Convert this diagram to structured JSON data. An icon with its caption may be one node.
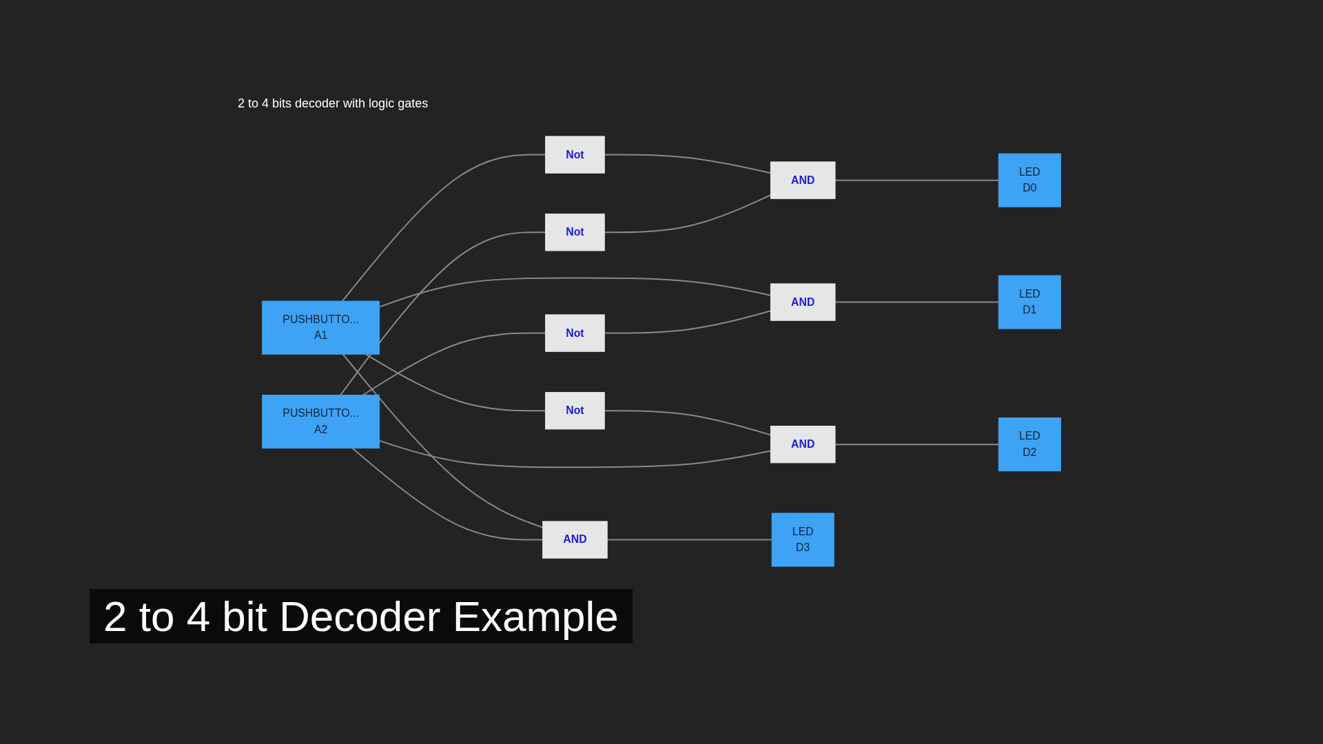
{
  "diagram": {
    "title": "2 to 4 bits decoder with logic gates",
    "caption": "2 to 4 bit Decoder Example",
    "nodes": [
      {
        "text": [
          "PUSHBUTTO...",
          "A1"
        ]
      },
      {
        "text": [
          "PUSHBUTTO...",
          "A2"
        ]
      },
      {
        "text": [
          "Not"
        ]
      },
      {
        "text": [
          "Not"
        ]
      },
      {
        "text": [
          "Not"
        ]
      },
      {
        "text": [
          "Not"
        ]
      },
      {
        "text": [
          "AND"
        ]
      },
      {
        "text": [
          "AND"
        ]
      },
      {
        "text": [
          "AND"
        ]
      },
      {
        "text": [
          "AND"
        ]
      },
      {
        "text": [
          "LED",
          "D0"
        ]
      },
      {
        "text": [
          "LED",
          "D1"
        ]
      },
      {
        "text": [
          "LED",
          "D2"
        ]
      },
      {
        "text": [
          "LED",
          "D3"
        ]
      }
    ],
    "edges": [
      {
        "from": 0,
        "to": 2,
        "arrow": "none"
      },
      {
        "from": 1,
        "to": 3,
        "arrow": "none"
      },
      {
        "from": 2,
        "to": 6,
        "arrow": "none"
      },
      {
        "from": 3,
        "to": 6,
        "arrow": "none"
      },
      {
        "from": 0,
        "to": 7,
        "arrow": "none"
      },
      {
        "from": 1,
        "to": 4,
        "arrow": "none"
      },
      {
        "from": 4,
        "to": 7,
        "arrow": "none"
      },
      {
        "from": 0,
        "to": 5,
        "arrow": "none"
      },
      {
        "from": 5,
        "to": 8,
        "arrow": "none"
      },
      {
        "from": 1,
        "to": 8,
        "arrow": "none"
      },
      {
        "from": 0,
        "to": 9,
        "arrow": "none"
      },
      {
        "from": 1,
        "to": 9,
        "arrow": "none"
      },
      {
        "from": 6,
        "to": 10,
        "arrow": "none"
      },
      {
        "from": 7,
        "to": 11,
        "arrow": "none"
      },
      {
        "from": 8,
        "to": 12,
        "arrow": "none"
      },
      {
        "from": 9,
        "to": 13,
        "arrow": "none"
      }
    ]
  }
}
